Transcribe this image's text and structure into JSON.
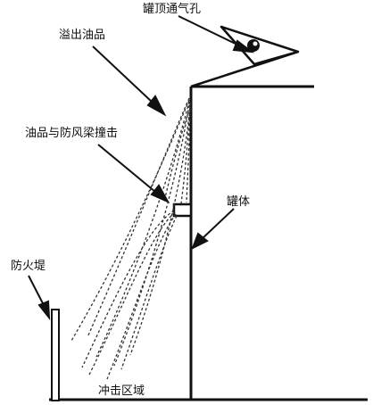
{
  "labels": {
    "vent": "罐顶通气孔",
    "overflow": "溢出油品",
    "impact": "油品与防风梁撞击",
    "tank": "罐体",
    "dike": "防火堤",
    "zone": "冲击区域"
  },
  "colors": {
    "ink": "#111111",
    "spray": "#333333",
    "background": "#ffffff"
  }
}
